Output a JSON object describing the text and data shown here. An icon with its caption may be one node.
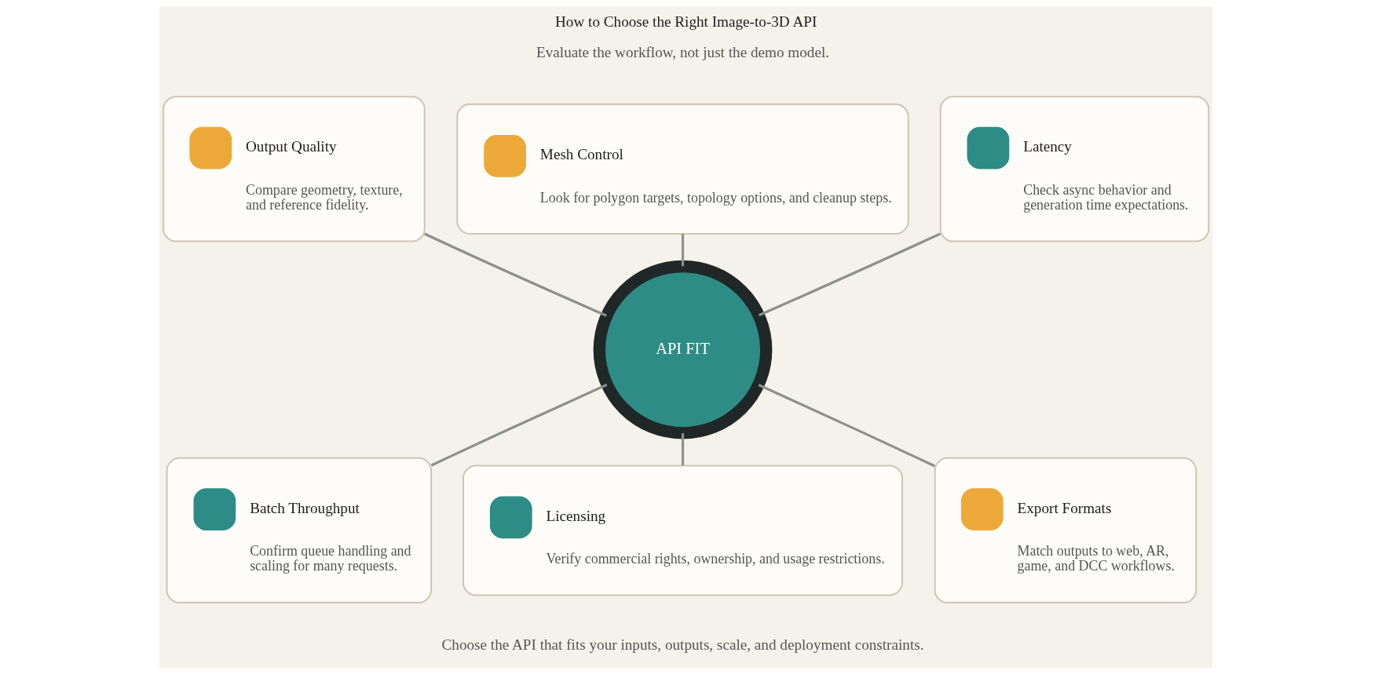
{
  "diagram": {
    "title": "How to Choose the Right Image-to-3D API",
    "caption": "Choose the API that fits your inputs, outputs, scale, and deployment constraints.",
    "nodes": [
      {
        "text": [
          "Output Quality",
          "Compare geometry, texture, and reference fidelity."
        ]
      },
      {
        "text": [
          "Mesh Control",
          "Look for polygon targets, topology options, and cleanup steps."
        ]
      },
      {
        "text": [
          "Latency",
          "Check async behavior and generation time expectations."
        ]
      },
      {
        "text": [
          "API FIT"
        ]
      },
      {
        "text": [
          "Batch Throughput",
          "Confirm queue handling and scaling for many requests."
        ]
      },
      {
        "text": [
          "Licensing",
          "Verify commercial rights, ownership, and usage restrictions."
        ]
      },
      {
        "text": [
          "Export Formats",
          "Match outputs to web, AR, game, and DCC workflows."
        ]
      }
    ],
    "edges": [
      {
        "from": 0,
        "to": 3,
        "arrow": "none"
      },
      {
        "from": 1,
        "to": 3,
        "arrow": "none"
      },
      {
        "from": 2,
        "to": 3,
        "arrow": "none"
      },
      {
        "from": 3,
        "to": 4,
        "arrow": "none"
      },
      {
        "from": 3,
        "to": 5,
        "arrow": "none"
      },
      {
        "from": 3,
        "to": 6,
        "arrow": "none"
      }
    ],
    "labels": [
      "Evaluate the workflow, not just the demo model."
    ]
  }
}
